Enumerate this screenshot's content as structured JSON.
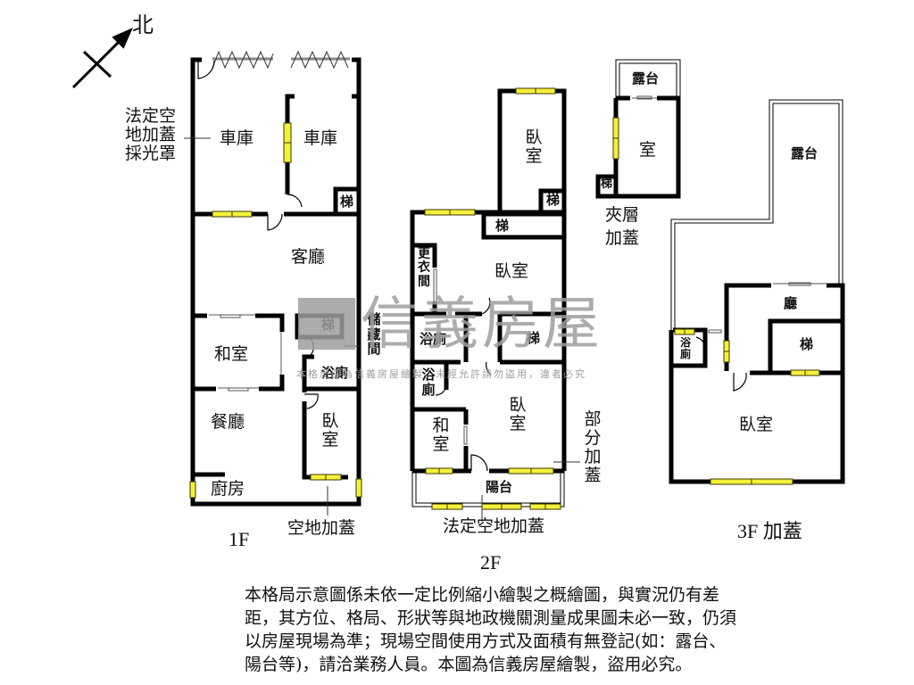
{
  "compass": {
    "north_label": "北"
  },
  "floor_1f": {
    "label": "1F",
    "annotations": {
      "skylight": [
        "法定空",
        "地加蓋",
        "採光罩"
      ],
      "open_space_addition": "空地加蓋"
    },
    "rooms": {
      "garage_left": "車庫",
      "garage_right": "車庫",
      "stairs_top": "梯",
      "living_room": "客廳",
      "japanese_room": "和室",
      "stairs_mid": "梯",
      "storage": "儲藏間",
      "bathroom": "浴廁",
      "dining_room": "餐廳",
      "bedroom": "臥室",
      "kitchen": "廚房"
    }
  },
  "floor_2f": {
    "label": "2F",
    "annotations": {
      "partial_addition": "部分加蓋",
      "legal_open_space_addition": "法定空地加蓋"
    },
    "rooms": {
      "bedroom_top": "臥室",
      "stairs_small": "梯",
      "stairs_wide": "梯",
      "closet": "更衣間",
      "bedroom_mid": "臥室",
      "bathroom_a": "浴廁",
      "stairs_mid": "梯",
      "bathroom_b": "浴廁",
      "bedroom_bottom": "臥室",
      "japanese_room": "和室",
      "balcony": "陽台"
    }
  },
  "mezzanine": {
    "label": "夾層加蓋",
    "rooms": {
      "terrace": "露台",
      "room": "室",
      "stairs": "梯"
    }
  },
  "floor_3f": {
    "label": "3F 加蓋",
    "rooms": {
      "terrace": "露台",
      "hall": "廳",
      "stairs": "梯",
      "bathroom": "浴廁",
      "bedroom": "臥室"
    }
  },
  "watermark": {
    "brand": "信義房屋",
    "notice": "本格局圖為信義房屋繪製，未經允許請勿盜用，違者必究"
  },
  "disclaimer": [
    "本格局示意圖係未依一定比例縮小繪製之概繪圖，與實況仍有差",
    "距，其方位、格局、形狀等與地政機關測量成果圖未必一致，仍須",
    "以房屋現場為準；現場空間使用方式及面積有無登記(如：露台、",
    "陽台等)，請洽業務人員。本圖為信義房屋繪製，盜用必究。"
  ],
  "colors": {
    "wall": "#000000",
    "window_fill": "#f5f03a",
    "window_stroke": "#3a3a00",
    "watermark": "#9e9e9e",
    "background": "#ffffff"
  }
}
